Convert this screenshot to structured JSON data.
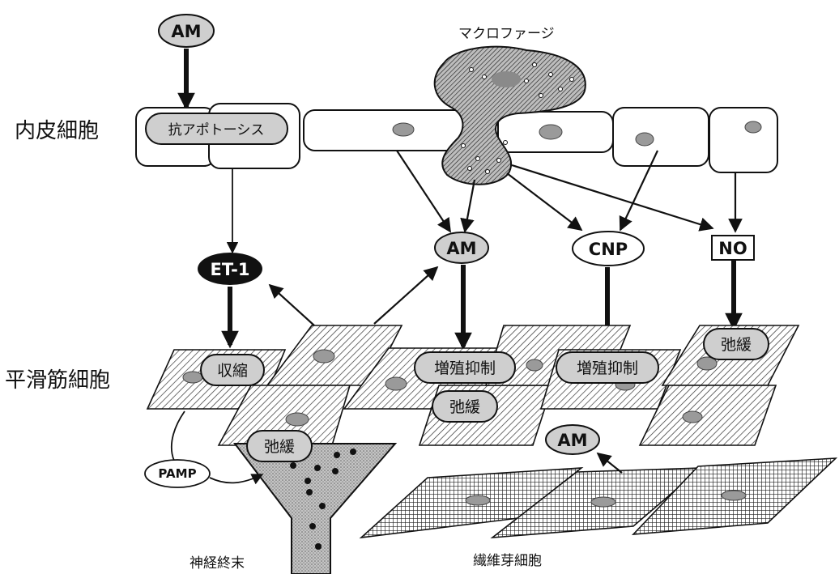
{
  "labels": {
    "endothelial": "内皮細胞",
    "smooth_muscle": "平滑筋細胞",
    "macrophage": "マクロファージ",
    "nerve_ending": "神経終末",
    "fibroblast": "繊維芽細胞"
  },
  "nodes": {
    "am_top": "AM",
    "am_mid": "AM",
    "am_fib": "AM",
    "et1": "ET-1",
    "cnp": "CNP",
    "no": "NO",
    "pamp": "PAMP"
  },
  "effects": {
    "anti_apoptosis": "抗アポトーシス",
    "contraction": "収縮",
    "growth_inhib_1": "増殖抑制",
    "growth_inhib_2": "増殖抑制",
    "relax_1": "弛緩",
    "relax_2": "弛緩",
    "relax_3": "弛緩"
  }
}
